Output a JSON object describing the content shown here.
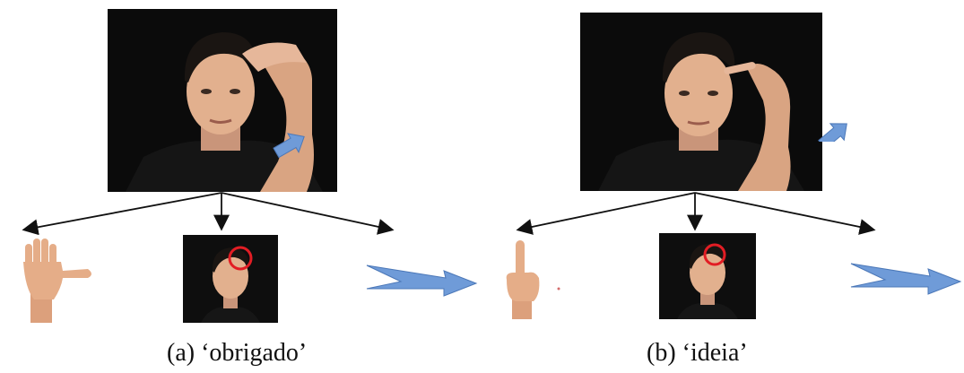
{
  "figure": {
    "panels": [
      {
        "id": "a",
        "caption": "(a) ‘obrigado’",
        "components": [
          "handshape",
          "location",
          "movement"
        ]
      },
      {
        "id": "b",
        "caption": "(b) ‘ideia’",
        "components": [
          "handshape",
          "location",
          "movement"
        ]
      }
    ]
  },
  "colors": {
    "background": "#0b0b0b",
    "skin": "#e2b08e",
    "shirt": "#151515",
    "hair": "#1a1512",
    "arrow_blue": "#6f9bd8",
    "marker_red": "#e21d24",
    "connector": "#111111"
  },
  "icons": [
    "signer-photo",
    "handshape-photo",
    "location-circle",
    "movement-arrow"
  ]
}
